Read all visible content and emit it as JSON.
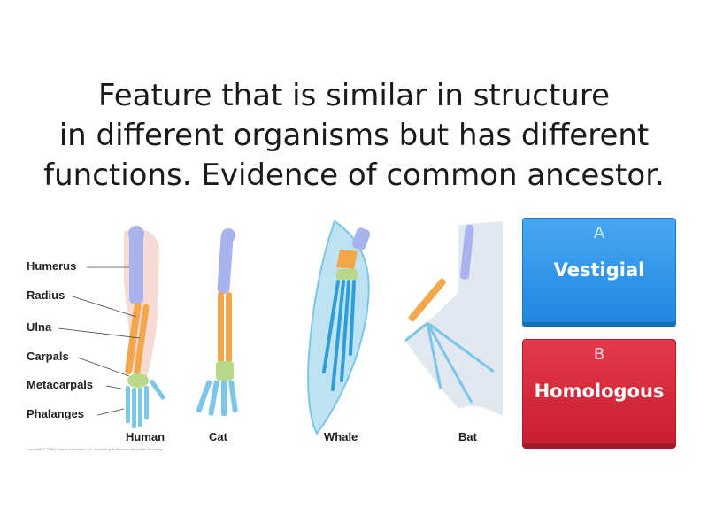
{
  "question": {
    "text": "Feature that is similar in structure\nin different organisms but has different\nfunctions. Evidence of common ancestor."
  },
  "figure": {
    "bone_labels": [
      "Humerus",
      "Radius",
      "Ulna",
      "Carpals",
      "Metacarpals",
      "Phalanges"
    ],
    "captions": [
      "Human",
      "Cat",
      "Whale",
      "Bat"
    ],
    "copyright": "Copyright © 2006 Pearson Education, Inc., publishing as Pearson Benjamin Cummings",
    "colors": {
      "humerus": "#a9b4ee",
      "radius_ulna": "#f3a64a",
      "carpals": "#b9d98a",
      "metacarpals_phalanges": "#7cc6e8",
      "skin": "#f4d2c9",
      "fin": "#bfe3f2"
    }
  },
  "answers": [
    {
      "letter": "A",
      "label": "Vestigial",
      "color": "#2f95ea"
    },
    {
      "letter": "B",
      "label": "Homologous",
      "color": "#d32638"
    }
  ]
}
